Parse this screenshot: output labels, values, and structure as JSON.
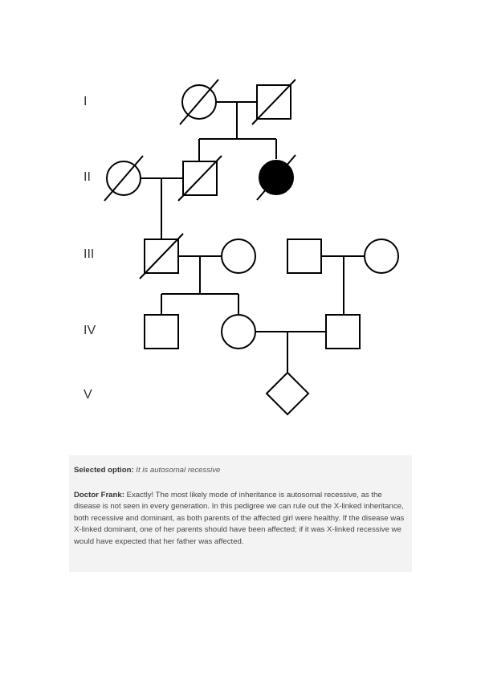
{
  "diagram": {
    "generations": [
      {
        "id": "I",
        "label": "I"
      },
      {
        "id": "II",
        "label": "II"
      },
      {
        "id": "III",
        "label": "III"
      },
      {
        "id": "IV",
        "label": "IV"
      },
      {
        "id": "V",
        "label": "V"
      }
    ],
    "individuals": [
      {
        "id": "I-1",
        "sex": "female",
        "generation": "I",
        "affected": false,
        "deceased": true
      },
      {
        "id": "I-2",
        "sex": "male",
        "generation": "I",
        "affected": false,
        "deceased": true
      },
      {
        "id": "II-1",
        "sex": "female",
        "generation": "II",
        "affected": false,
        "deceased": true
      },
      {
        "id": "II-2",
        "sex": "male",
        "generation": "II",
        "affected": false,
        "deceased": true
      },
      {
        "id": "II-3",
        "sex": "female",
        "generation": "II",
        "affected": true,
        "deceased": true
      },
      {
        "id": "III-1",
        "sex": "male",
        "generation": "III",
        "affected": false,
        "deceased": true
      },
      {
        "id": "III-2",
        "sex": "female",
        "generation": "III",
        "affected": false,
        "deceased": false
      },
      {
        "id": "III-3",
        "sex": "male",
        "generation": "III",
        "affected": false,
        "deceased": false
      },
      {
        "id": "III-4",
        "sex": "female",
        "generation": "III",
        "affected": false,
        "deceased": false
      },
      {
        "id": "IV-1",
        "sex": "male",
        "generation": "IV",
        "affected": false,
        "deceased": false
      },
      {
        "id": "IV-2",
        "sex": "female",
        "generation": "IV",
        "affected": false,
        "deceased": false
      },
      {
        "id": "IV-3",
        "sex": "male",
        "generation": "IV",
        "affected": false,
        "deceased": false
      },
      {
        "id": "V-1",
        "sex": "unknown",
        "generation": "V",
        "affected": false,
        "deceased": false
      }
    ],
    "couples": [
      {
        "partners": [
          "I-1",
          "I-2"
        ],
        "children": [
          "II-2",
          "II-3"
        ]
      },
      {
        "partners": [
          "II-1",
          "II-2"
        ],
        "children": [
          "III-1"
        ]
      },
      {
        "partners": [
          "III-1",
          "III-2"
        ],
        "children": [
          "IV-1",
          "IV-2"
        ]
      },
      {
        "partners": [
          "III-3",
          "III-4"
        ],
        "children": [
          "IV-3"
        ]
      },
      {
        "partners": [
          "IV-2",
          "IV-3"
        ],
        "children": [
          "V-1"
        ]
      }
    ]
  },
  "note": {
    "selected_label": "Selected option:",
    "selected_value": "It is autosomal recessive",
    "speaker": "Doctor Frank:",
    "text": "Exactly! The most likely mode of inheritance is autosomal recessive, as the disease is not seen in every generation. In this pedigree we can rule out the X-linked inheritance, both recessive and dominant, as both parents of the affected girl were healthy. If the disease was X-linked dominant, one of her parents should have been affected; if it was X-linked recessive we would have expected that her father was affected."
  },
  "colors": {
    "affected": "#000000",
    "unaffected": "#ffffff",
    "note_background": "#f3f3f3"
  }
}
